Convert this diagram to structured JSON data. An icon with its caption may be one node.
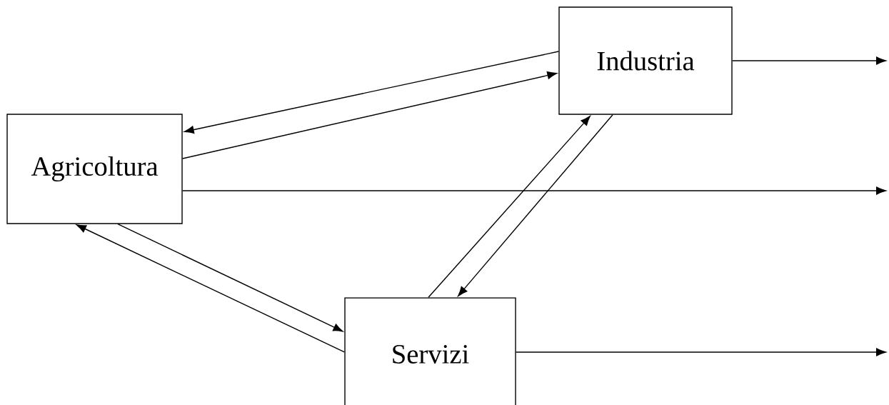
{
  "diagram": {
    "nodes": [
      {
        "text": [
          "Agricoltura"
        ]
      },
      {
        "text": [
          "Industria"
        ]
      },
      {
        "text": [
          "Servizi"
        ]
      }
    ],
    "edges": [
      {
        "from": 1,
        "to": 0,
        "arrow": "to"
      },
      {
        "from": 0,
        "to": 1,
        "arrow": "to"
      },
      {
        "from": 2,
        "to": 0,
        "arrow": "to"
      },
      {
        "from": 0,
        "to": 2,
        "arrow": "to"
      },
      {
        "from": 2,
        "to": 1,
        "arrow": "to"
      },
      {
        "from": 1,
        "to": 2,
        "arrow": "to"
      },
      {
        "from": 1,
        "to": null,
        "arrow": "to"
      },
      {
        "from": 0,
        "to": null,
        "arrow": "to"
      },
      {
        "from": 2,
        "to": null,
        "arrow": "to"
      }
    ]
  }
}
